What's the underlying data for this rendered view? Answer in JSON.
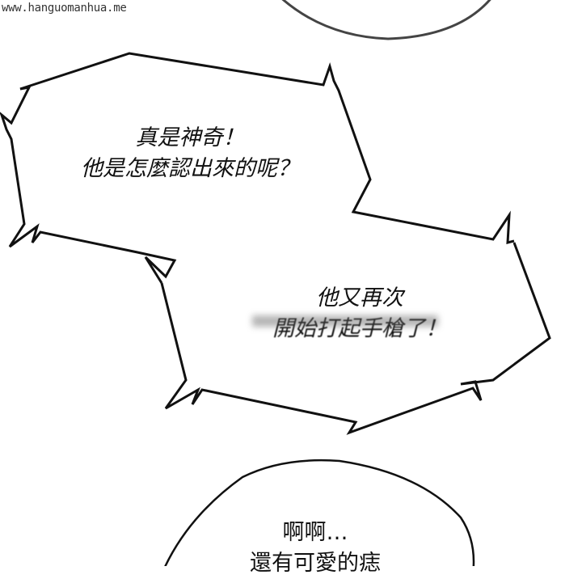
{
  "watermark": "www.hanguomanhua.me",
  "bubbles": [
    {
      "id": "top-partial-ellipse",
      "lines": []
    },
    {
      "id": "jagged-bubble-1",
      "lines": [
        "真是神奇！",
        "他是怎麼認出來的呢？"
      ]
    },
    {
      "id": "jagged-bubble-2",
      "lines": [
        "他又再次",
        "開始打起手槍了！"
      ],
      "censored_line_index": 1
    },
    {
      "id": "bottom-round-bubble",
      "lines": [
        "啊啊…",
        "還有可愛的痣"
      ]
    }
  ],
  "colors": {
    "background": "#ffffff",
    "outline": "#111111",
    "text": "#111111"
  }
}
